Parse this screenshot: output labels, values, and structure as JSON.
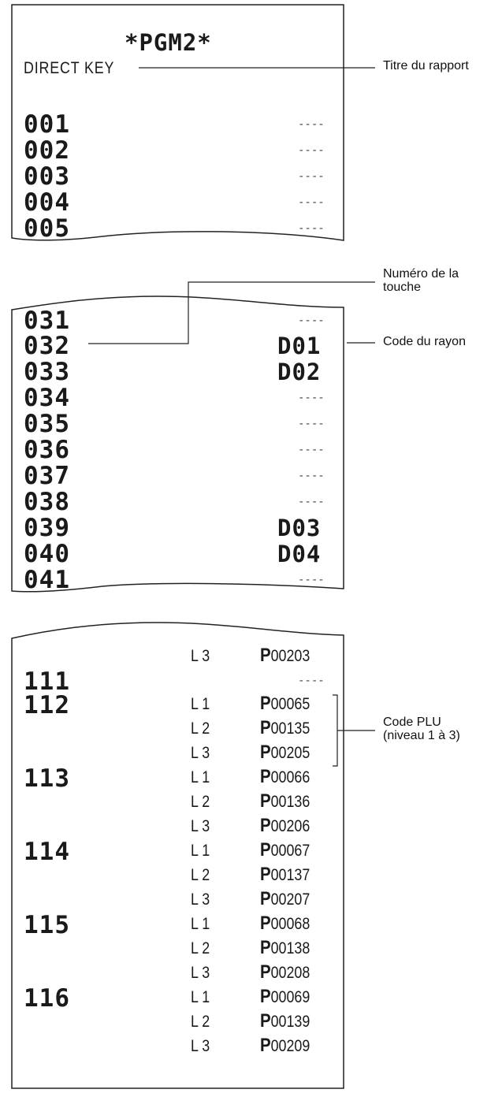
{
  "section1": {
    "title": "*PGM2*",
    "subtitle": "DIRECT KEY",
    "rows": [
      {
        "key": "001",
        "value": "----"
      },
      {
        "key": "002",
        "value": "----"
      },
      {
        "key": "003",
        "value": "----"
      },
      {
        "key": "004",
        "value": "----"
      },
      {
        "key": "005",
        "value": "----"
      }
    ]
  },
  "section2": {
    "rows": [
      {
        "key": "031",
        "value": "----"
      },
      {
        "key": "032",
        "value": "D01"
      },
      {
        "key": "033",
        "value": "D02"
      },
      {
        "key": "034",
        "value": "----"
      },
      {
        "key": "035",
        "value": "----"
      },
      {
        "key": "036",
        "value": "----"
      },
      {
        "key": "037",
        "value": "----"
      },
      {
        "key": "038",
        "value": "----"
      },
      {
        "key": "039",
        "value": "D03"
      },
      {
        "key": "040",
        "value": "D04"
      },
      {
        "key": "041",
        "value": "----"
      }
    ]
  },
  "section3": {
    "rows": [
      {
        "key": "",
        "level": "L 3",
        "prefix": "P",
        "code": "00203"
      },
      {
        "key": "111",
        "level": "",
        "prefix": "",
        "code": "----"
      },
      {
        "key": "112",
        "level": "L 1",
        "prefix": "P",
        "code": "00065"
      },
      {
        "key": "",
        "level": "L 2",
        "prefix": "P",
        "code": "00135"
      },
      {
        "key": "",
        "level": "L 3",
        "prefix": "P",
        "code": "00205"
      },
      {
        "key": "113",
        "level": "L 1",
        "prefix": "P",
        "code": "00066"
      },
      {
        "key": "",
        "level": "L 2",
        "prefix": "P",
        "code": "00136"
      },
      {
        "key": "",
        "level": "L 3",
        "prefix": "P",
        "code": "00206"
      },
      {
        "key": "114",
        "level": "L 1",
        "prefix": "P",
        "code": "00067"
      },
      {
        "key": "",
        "level": "L 2",
        "prefix": "P",
        "code": "00137"
      },
      {
        "key": "",
        "level": "L 3",
        "prefix": "P",
        "code": "00207"
      },
      {
        "key": "115",
        "level": "L 1",
        "prefix": "P",
        "code": "00068"
      },
      {
        "key": "",
        "level": "L 2",
        "prefix": "P",
        "code": "00138"
      },
      {
        "key": "",
        "level": "L 3",
        "prefix": "P",
        "code": "00208"
      },
      {
        "key": "116",
        "level": "L 1",
        "prefix": "P",
        "code": "00069"
      },
      {
        "key": "",
        "level": "L 2",
        "prefix": "P",
        "code": "00139"
      },
      {
        "key": "",
        "level": "L 3",
        "prefix": "P",
        "code": "00209"
      }
    ]
  },
  "callouts": {
    "report_title": "Titre du rapport",
    "key_number": "Numéro de la touche",
    "dept_code": "Code du rayon",
    "plu_code": "Code PLU (niveau 1 à 3)"
  }
}
